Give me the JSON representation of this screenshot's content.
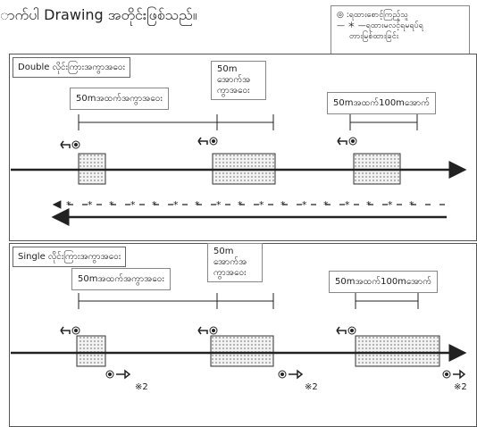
{
  "header": {
    "text": "ာက်ပါ Drawing အတိုင်းဖြစ်သည်။"
  },
  "legend": {
    "line1": "◎ :ရထားစောင့်ကြည့်သူ",
    "line2": "— ＊ —ရထားမလင့်ရမရပ်ရ",
    "line3": "တားမြစ်ထားခြင်း"
  },
  "double": {
    "label": "Double လိုင်းကြားအကွာအဝေး",
    "dist_left": "50mအထက်အကွာအဝေး",
    "gap_box": "50m\nအောက်အ\nကွာအဝေး",
    "dist_right": "50mအထက်100mအောက်"
  },
  "single": {
    "label": "Single လိုင်းကြားအကွာအဝေး",
    "dist_left": "50mအထက်အကွာအဝေး",
    "gap_box": "50m\nအောက်အ\nကွာအဝေး",
    "dist_right": "50mအထက်100mအောက်",
    "marks": [
      "※2",
      "※2",
      "※2"
    ]
  },
  "colors": {
    "track": "#222222",
    "platform_fill": "#dddddd",
    "border": "#555555"
  },
  "icons": [
    "watchman-icon",
    "train-left-arrow-icon",
    "train-right-arrow-icon",
    "no-stop-line-icon"
  ]
}
